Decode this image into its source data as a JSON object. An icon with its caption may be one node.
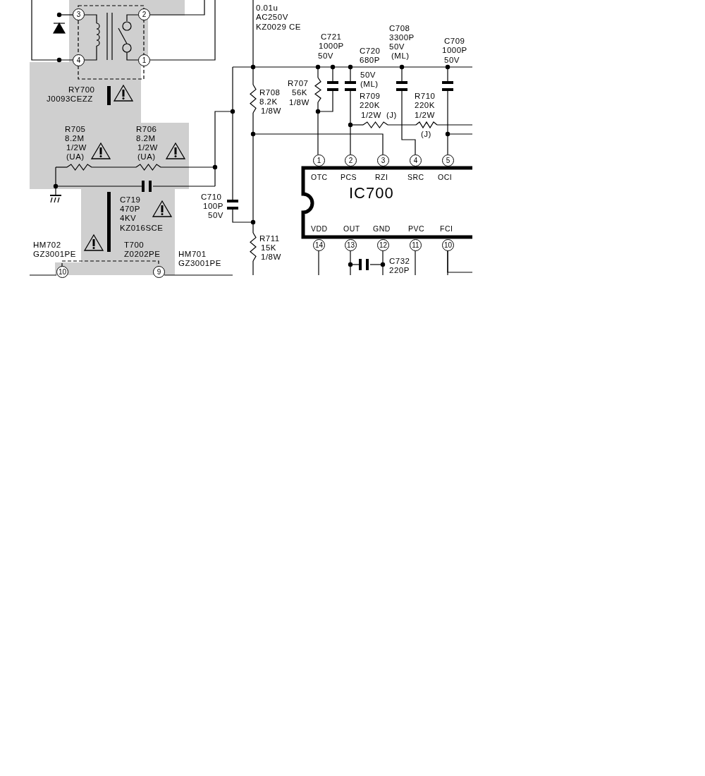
{
  "diagram": {
    "labels": [
      "0.01u",
      "AC250V",
      "KZ0029 CE",
      "C721",
      "1000P",
      "50V",
      "C708",
      "3300P",
      "50V",
      "(ML)",
      "C720",
      "680P",
      "50V",
      "(ML)",
      "C709",
      "1000P",
      "50V",
      "R707",
      "56K",
      "1/8W",
      "R708",
      "8.2K",
      "1/8W",
      "R709",
      "220K",
      "1/2W",
      "(J)",
      "R710",
      "220K",
      "1/2W",
      "(J)",
      "3",
      "2",
      "4",
      "1",
      "RY700",
      "J0093CEZZ",
      "R705",
      "8.2M",
      "1/2W",
      "(UA)",
      "R706",
      "8.2M",
      "1/2W",
      "(UA)",
      "1",
      "2",
      "3",
      "4",
      "5",
      "OTC",
      "PCS",
      "RZI",
      "SRC",
      "OCI",
      "IC700",
      "C719",
      "470P",
      "4KV",
      "KZ016SCE",
      "C710",
      "100P",
      "50V",
      "VDD",
      "OUT",
      "GND",
      "PVC",
      "FCI",
      "14",
      "13",
      "12",
      "11",
      "10",
      "R711",
      "15K",
      "1/8W",
      "HM702",
      "GZ3001PE",
      "T700",
      "Z0202PE",
      "HM701",
      "GZ3001PE",
      "10",
      "9",
      "C732",
      "220P"
    ]
  }
}
